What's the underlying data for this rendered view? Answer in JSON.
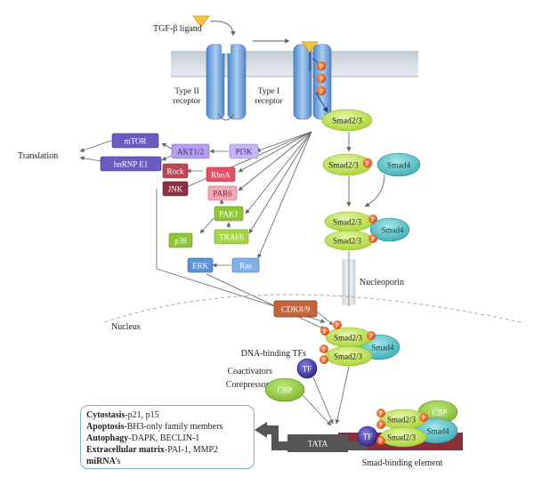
{
  "labels": {
    "ligand": "TGF-β ligand",
    "type2": [
      "Type II",
      "receptor"
    ],
    "type1": [
      "Type I",
      "receptor"
    ],
    "translation": "Translation",
    "nucleoporin": "Nucleoporin",
    "nucleus": "Nucleus",
    "dna_tfs": "DNA-binding TFs",
    "coactivators": "Coactivators",
    "corepressors": "Corepressors",
    "tata": "TATA",
    "sbe": "Smad-binding element"
  },
  "nodes": {
    "mtor": "mTOR",
    "hnrnp": "hnRNP E1",
    "akt": "AKT1/2",
    "pi3k": "PI3K",
    "rock": "Rock",
    "rhoa": "RhoA",
    "jnk": "JNK",
    "par6": "PAR6",
    "pak1": "PAK1",
    "p38": "p38",
    "traf6": "TRAF6",
    "erk": "ERK",
    "ras": "Ras",
    "cdk": "CDK8/9",
    "tf": "TF",
    "cbp": "CBP",
    "smad23": "Smad2/3",
    "smad4": "Smad4",
    "p": "P"
  },
  "outcomes": [
    {
      "bold": "Cytostasis",
      "rest": "-p21, p15"
    },
    {
      "bold": "Apoptosis",
      "rest": "-BH3-only family members"
    },
    {
      "bold": "Autophagy",
      "rest": "-DAPK, BECLIN-1"
    },
    {
      "bold": "Extracellular matrix",
      "rest": "-PAI-1, MMP2"
    },
    {
      "bold": "miRNA",
      "rest": "'s"
    }
  ],
  "colors": {
    "receptor": "#6a9fd6",
    "smad23": "#b9e043",
    "smad4": "#52c0c6",
    "phospho": "#e8571c",
    "ligand": "#f4c23b",
    "kinase_purple": "#6e5bbf",
    "kinase_violet": "#b69df0",
    "kinase_red": "#e05268",
    "kinase_green": "#8ec63a",
    "kinase_blue": "#5b95d8",
    "cdk": "#c4643a",
    "tf": "#4a3aa8",
    "dna": "#555555",
    "sbe": "#8b2e3c"
  }
}
